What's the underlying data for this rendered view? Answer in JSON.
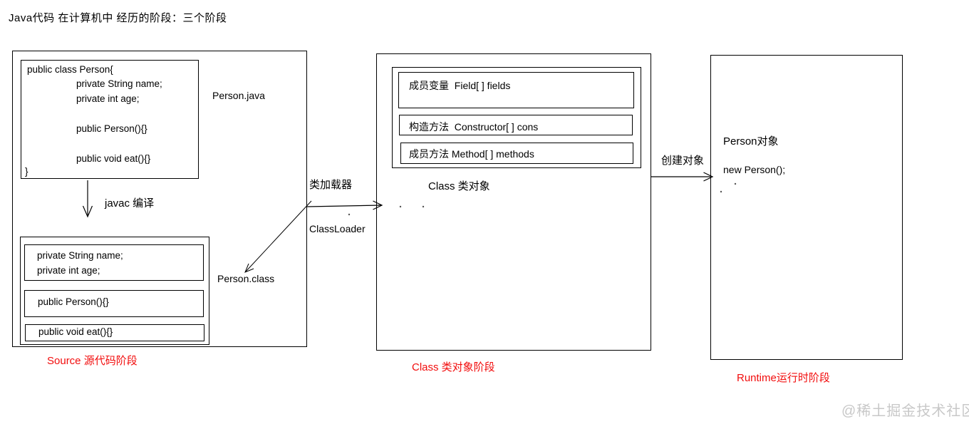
{
  "title": "Java代码 在计算机中 经历的阶段：三个阶段",
  "colors": {
    "stage_label_red": "#f20d0d",
    "watermark_gray": "#c8c8c8",
    "line_black": "#000000"
  },
  "source_stage": {
    "file_label": "Person.java",
    "code_lines": [
      "public class Person{",
      "private String name;",
      "private int age;",
      "public Person(){}",
      "public void eat(){}",
      "}"
    ],
    "compile_arrow_label": "javac 编译",
    "class_file_label": "Person.class",
    "class_file_sections": {
      "field_line_1": "private String name;",
      "field_line_2": "private int age;",
      "constructor_line": "public Person(){}",
      "method_line": "public void eat(){}"
    },
    "stage_label": "Source 源代码阶段"
  },
  "class_loader_arrow": {
    "label_zh": "类加载器",
    "label_en": "ClassLoader"
  },
  "class_stage": {
    "members": [
      "成员变量  Field[ ] fields",
      "构造方法  Constructor[ ] cons",
      "成员方法 Method[ ] methods"
    ],
    "object_label": "Class 类对象",
    "stage_label": "Class 类对象阶段"
  },
  "create_arrow": {
    "label": "创建对象"
  },
  "runtime_stage": {
    "object_label": "Person对象",
    "code_line": "new Person();",
    "stage_label": "Runtime运行时阶段"
  },
  "watermark": "@稀土掘金技术社区"
}
